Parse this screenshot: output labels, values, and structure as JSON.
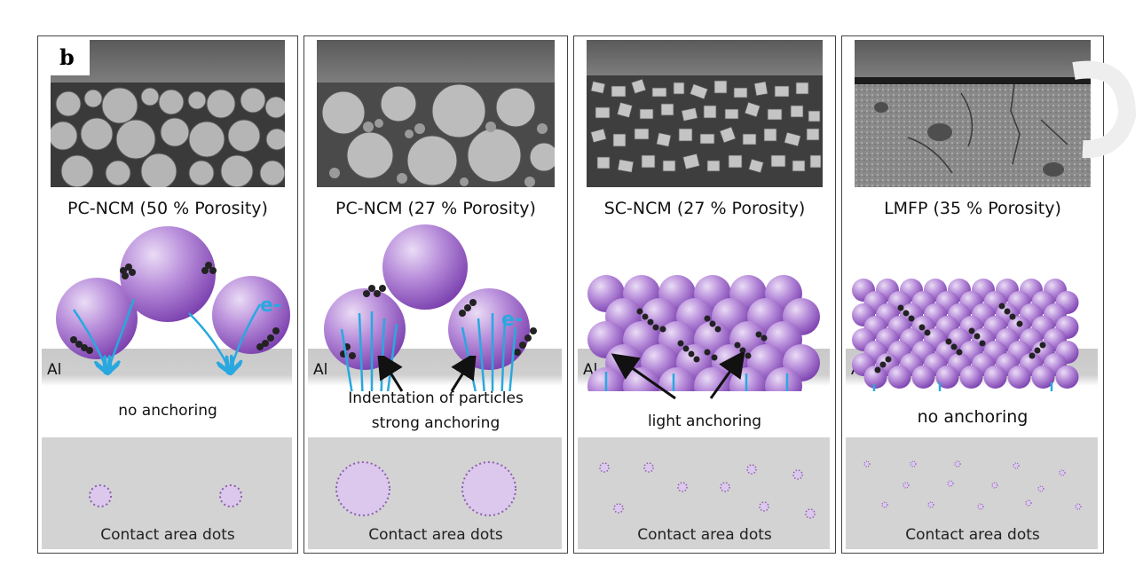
{
  "panel_tag": "b",
  "panels": [
    {
      "caption": "PC-NCM (50 % Porosity)",
      "anchoring": "no anchoring",
      "contact_label": "Contact area dots",
      "al_label": "Al",
      "electron_label": "e-"
    },
    {
      "caption": "PC-NCM (27 % Porosity)",
      "anchoring_line1": "Indentation of particles",
      "anchoring_line2": "strong anchoring",
      "contact_label": "Contact area dots",
      "al_label": "Al",
      "electron_label": "e-"
    },
    {
      "caption": "SC-NCM (27 % Porosity)",
      "anchoring": "light anchoring",
      "contact_label": "Contact area dots",
      "al_label": "Al"
    },
    {
      "caption": "LMFP (35 % Porosity)",
      "anchoring": "no anchoring",
      "contact_label": "Contact area dots",
      "al_label": "Al"
    }
  ],
  "colors": {
    "particle": "#a070c8",
    "arrow": "#29a8e0",
    "carbon": "#222222",
    "foil": "#c9c9c9",
    "dot_outline": "#8b5fb0"
  }
}
